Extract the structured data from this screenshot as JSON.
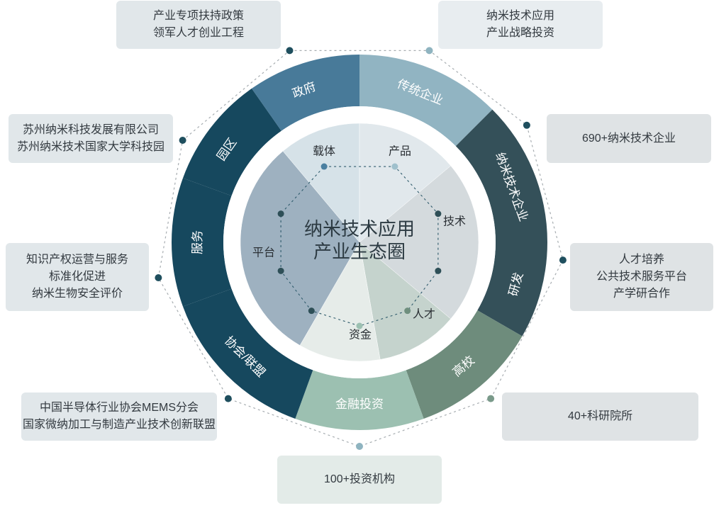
{
  "center": {
    "line1": "纳米技术应用",
    "line2": "产业生态圈"
  },
  "inner_segments": [
    {
      "label": "载体",
      "color": "#d6e2e8"
    },
    {
      "label": "产品",
      "color": "#e1e8ec"
    },
    {
      "label": "技术",
      "color": "#d4dadd"
    },
    {
      "label": "人才",
      "color": "#c5d3cd"
    },
    {
      "label": "资金",
      "color": "#e6ece9"
    },
    {
      "label": "平台",
      "color": "#9eb1c0"
    }
  ],
  "outer_segments": [
    {
      "label": "传统企业",
      "color": "#91b4c2"
    },
    {
      "label": "纳米技术企业",
      "color": "#345059"
    },
    {
      "label": "研发",
      "color": "#345059"
    },
    {
      "label": "高校",
      "color": "#6e8c7c"
    },
    {
      "label": "金融投资",
      "color": "#9cc0b1"
    },
    {
      "label": "协会/联盟",
      "color": "#16485e"
    },
    {
      "label": "服务",
      "color": "#16485e"
    },
    {
      "label": "园区",
      "color": "#16485e"
    },
    {
      "label": "政府",
      "color": "#487a99"
    }
  ],
  "annotations": [
    {
      "id": "gov",
      "lines": [
        "产业专项扶持政策",
        "领军人才创业工程"
      ]
    },
    {
      "id": "traditional",
      "lines": [
        "纳米技术应用",
        "产业战略投资"
      ]
    },
    {
      "id": "park",
      "lines": [
        "苏州纳米科技发展有限公司",
        "苏州纳米技术国家大学科技园"
      ]
    },
    {
      "id": "nano-enterprise",
      "lines": [
        "690+纳米技术企业"
      ]
    },
    {
      "id": "service",
      "lines": [
        "知识产权运营与服务",
        "标准化促进",
        "纳米生物安全评价"
      ]
    },
    {
      "id": "research",
      "lines": [
        "人才培养",
        "公共技术服务平台",
        "产学研合作"
      ]
    },
    {
      "id": "association",
      "lines": [
        "中国半导体行业协会MEMS分会",
        "国家微纳加工与制造产业技术创新联盟"
      ]
    },
    {
      "id": "university",
      "lines": [
        "40+科研院所"
      ]
    },
    {
      "id": "finance",
      "lines": [
        "100+投资机构"
      ]
    }
  ],
  "colors": {
    "dot_dark": "#1f4f5e",
    "dot_light": "#8fb4c0",
    "dot_green": "#7a9a8a",
    "dash_line": "#a7adb1"
  }
}
